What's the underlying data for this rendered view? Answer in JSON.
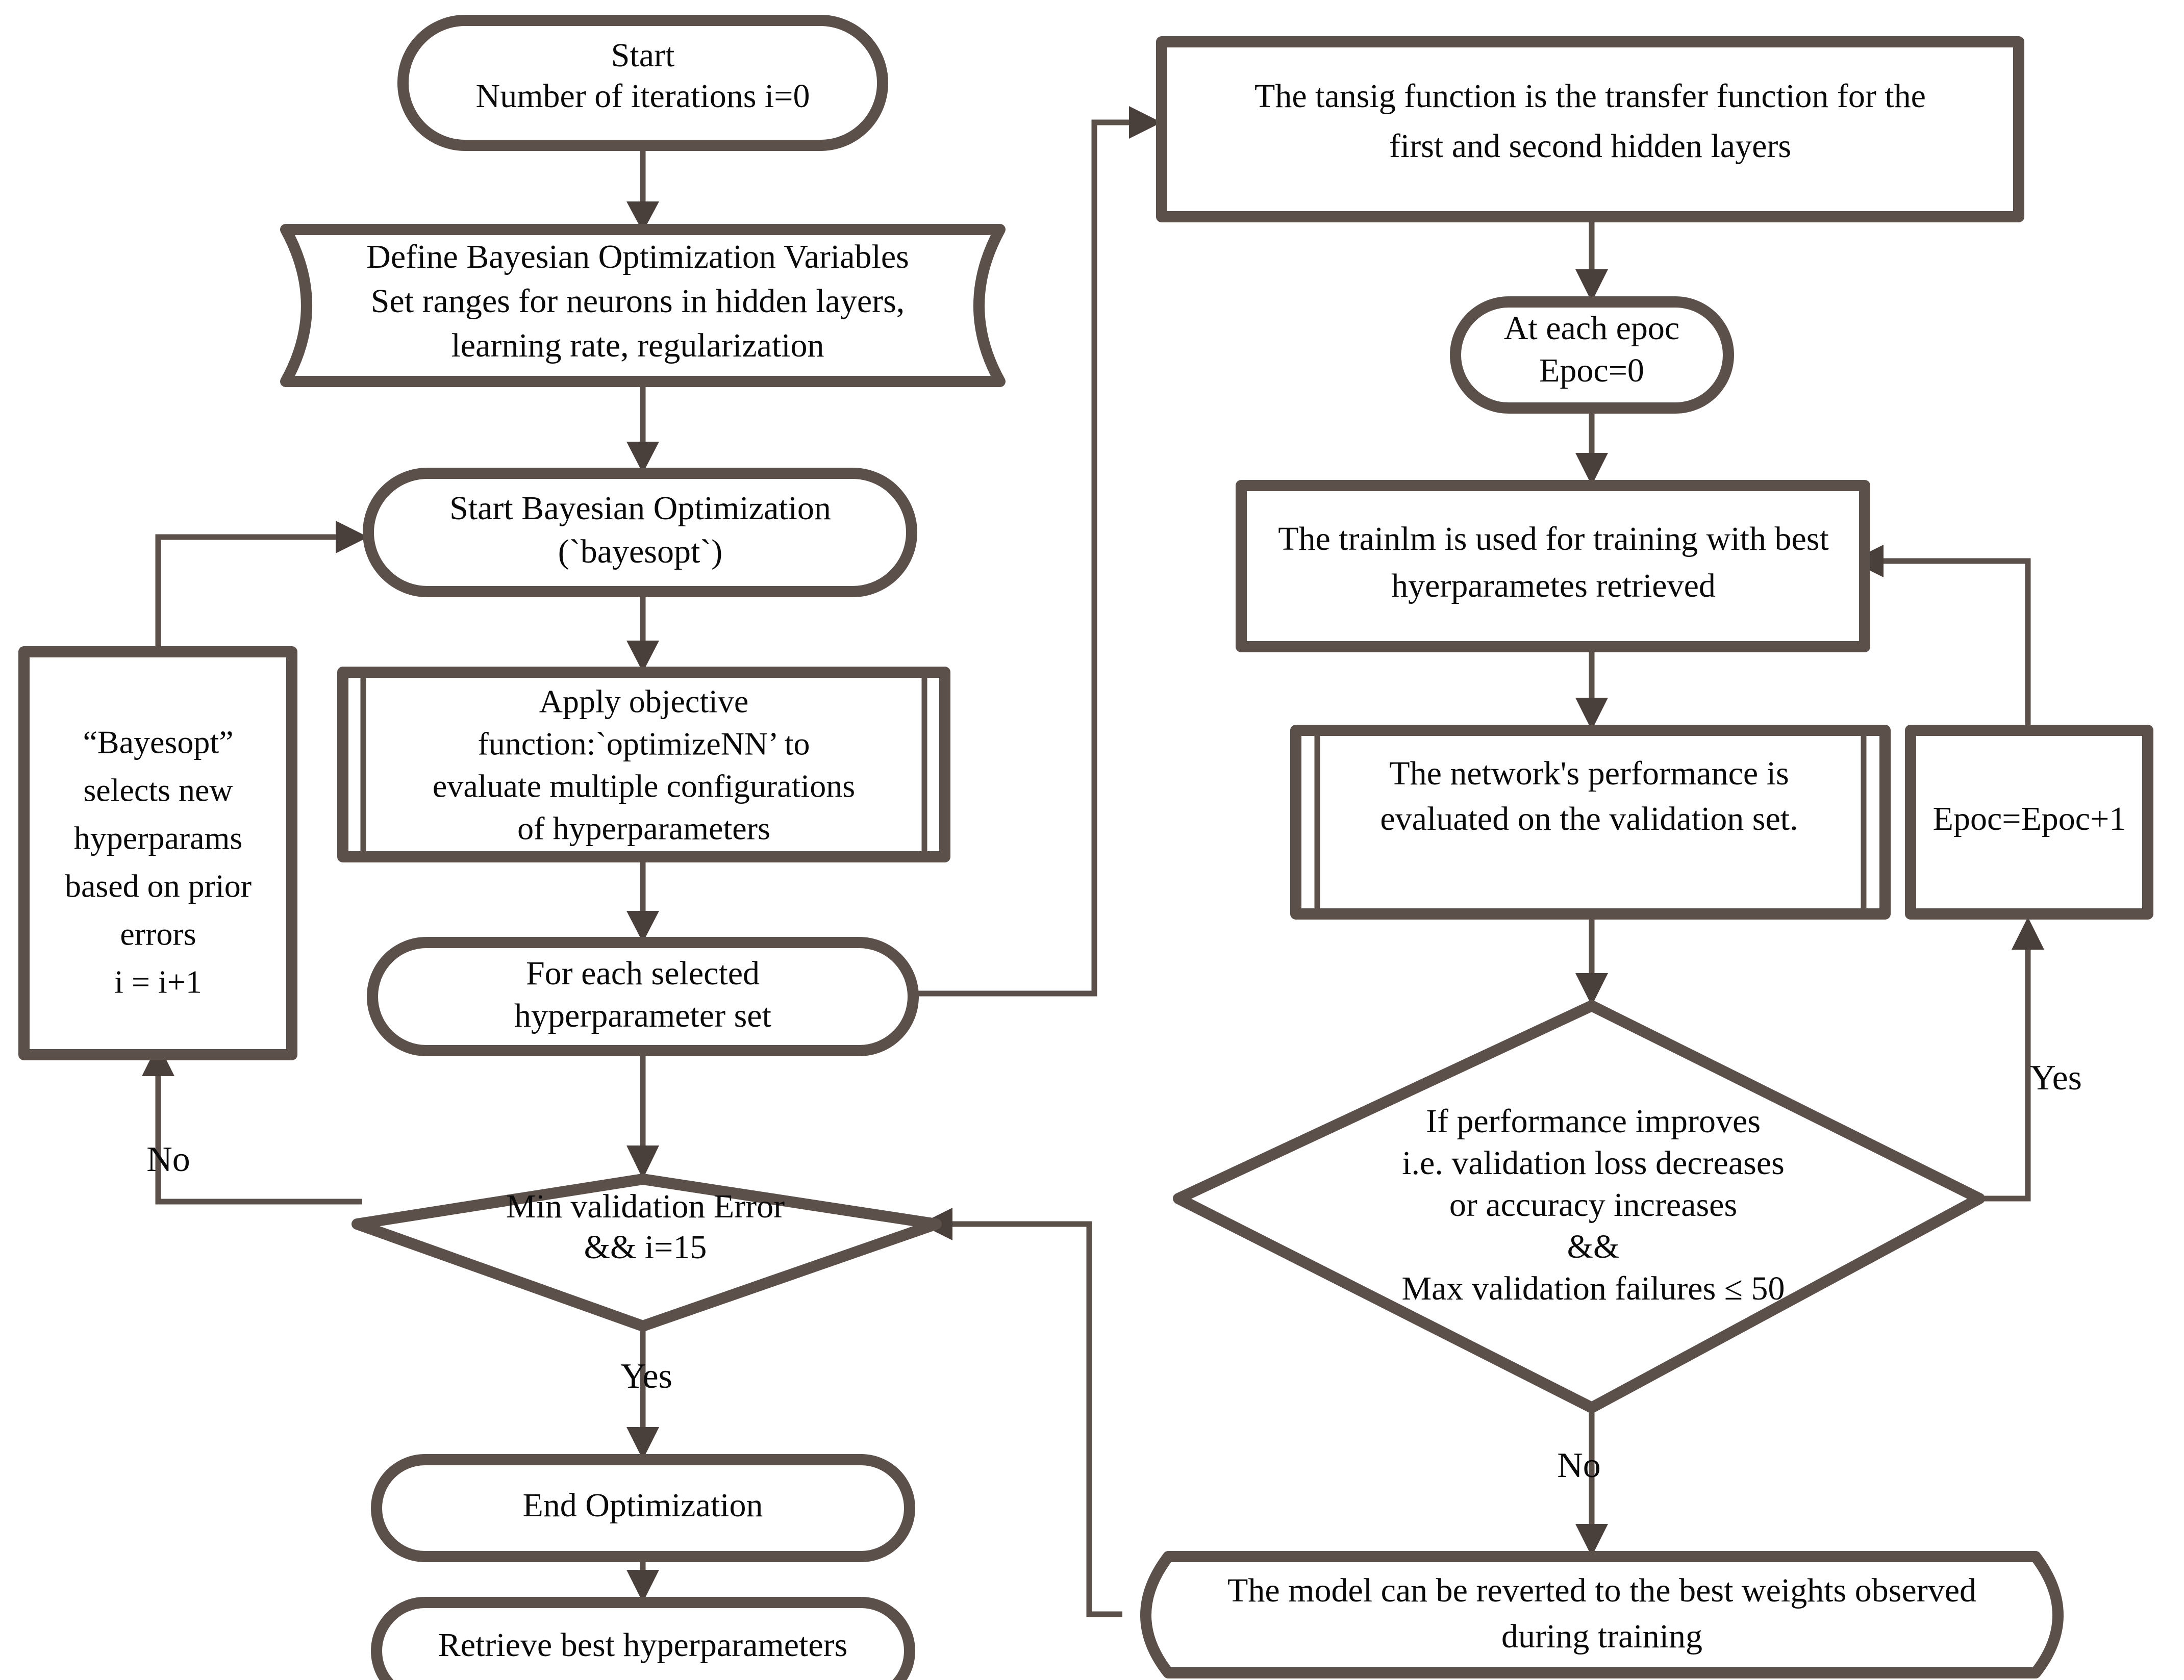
{
  "diagram": {
    "title": "Bayesian Optimization and Neural Network Training Flowchart",
    "theme": {
      "background": "#ffffff",
      "stroke": "#5b504a",
      "text": "#0a0a0a",
      "fill": "#ffffff"
    }
  },
  "nodes": {
    "start": {
      "shape": "stadium",
      "lines": [
        "Start",
        "Number of iterations i=0"
      ]
    },
    "define_vars": {
      "shape": "cylinder-horizontal",
      "lines": [
        "Define Bayesian Optimization Variables",
        "Set ranges for neurons in hidden layers,",
        "learning rate, regularization"
      ]
    },
    "start_bayesopt": {
      "shape": "stadium",
      "lines": [
        "Start Bayesian Optimization",
        "(`bayesopt`)"
      ]
    },
    "apply_objective": {
      "shape": "predefined-process",
      "lines": [
        "Apply objective",
        "function:`optimizeNN’ to",
        "evaluate multiple configurations",
        "of hyperparameters"
      ]
    },
    "bayesopt_selects": {
      "shape": "rectangle",
      "lines": [
        "“Bayesopt”",
        "selects new",
        "hyperparams",
        "based on prior",
        "errors",
        "i = i+1"
      ]
    },
    "for_each": {
      "shape": "stadium",
      "lines": [
        "For each  selected",
        "hyperparameter set"
      ]
    },
    "min_val_error": {
      "shape": "diamond",
      "lines": [
        "Min validation  Error",
        "&& i=15"
      ]
    },
    "end_optimization": {
      "shape": "stadium",
      "lines": [
        "End Optimization"
      ]
    },
    "retrieve_best": {
      "shape": "stadium",
      "lines": [
        "Retrieve best hyperparameters"
      ]
    },
    "tansig": {
      "shape": "rectangle",
      "lines": [
        "The tansig function is the transfer function for the",
        "first and second hidden layers"
      ]
    },
    "at_each_epoc": {
      "shape": "stadium",
      "lines": [
        "At each epoc",
        "Epoc=0"
      ]
    },
    "trainlm": {
      "shape": "rectangle",
      "lines": [
        "The trainlm is used for training with best",
        "hyerparametes retrieved"
      ]
    },
    "network_perf": {
      "shape": "predefined-process",
      "lines": [
        "The network's performance is",
        "evaluated on the validation set."
      ]
    },
    "epoc_increment": {
      "shape": "rectangle",
      "lines": [
        "Epoc=Epoc+1"
      ]
    },
    "if_performance": {
      "shape": "diamond",
      "lines": [
        "If performance improves",
        "i.e. validation loss decreases",
        "or accuracy increases",
        "&&",
        "Max validation failures ≤ 50"
      ]
    },
    "revert_model": {
      "shape": "cylinder-horizontal",
      "lines": [
        "The model can be reverted to the best weights observed",
        "during training"
      ]
    }
  },
  "edge_labels": {
    "no_left": "No",
    "yes_left": "Yes",
    "yes_right": "Yes",
    "no_right": "No"
  }
}
